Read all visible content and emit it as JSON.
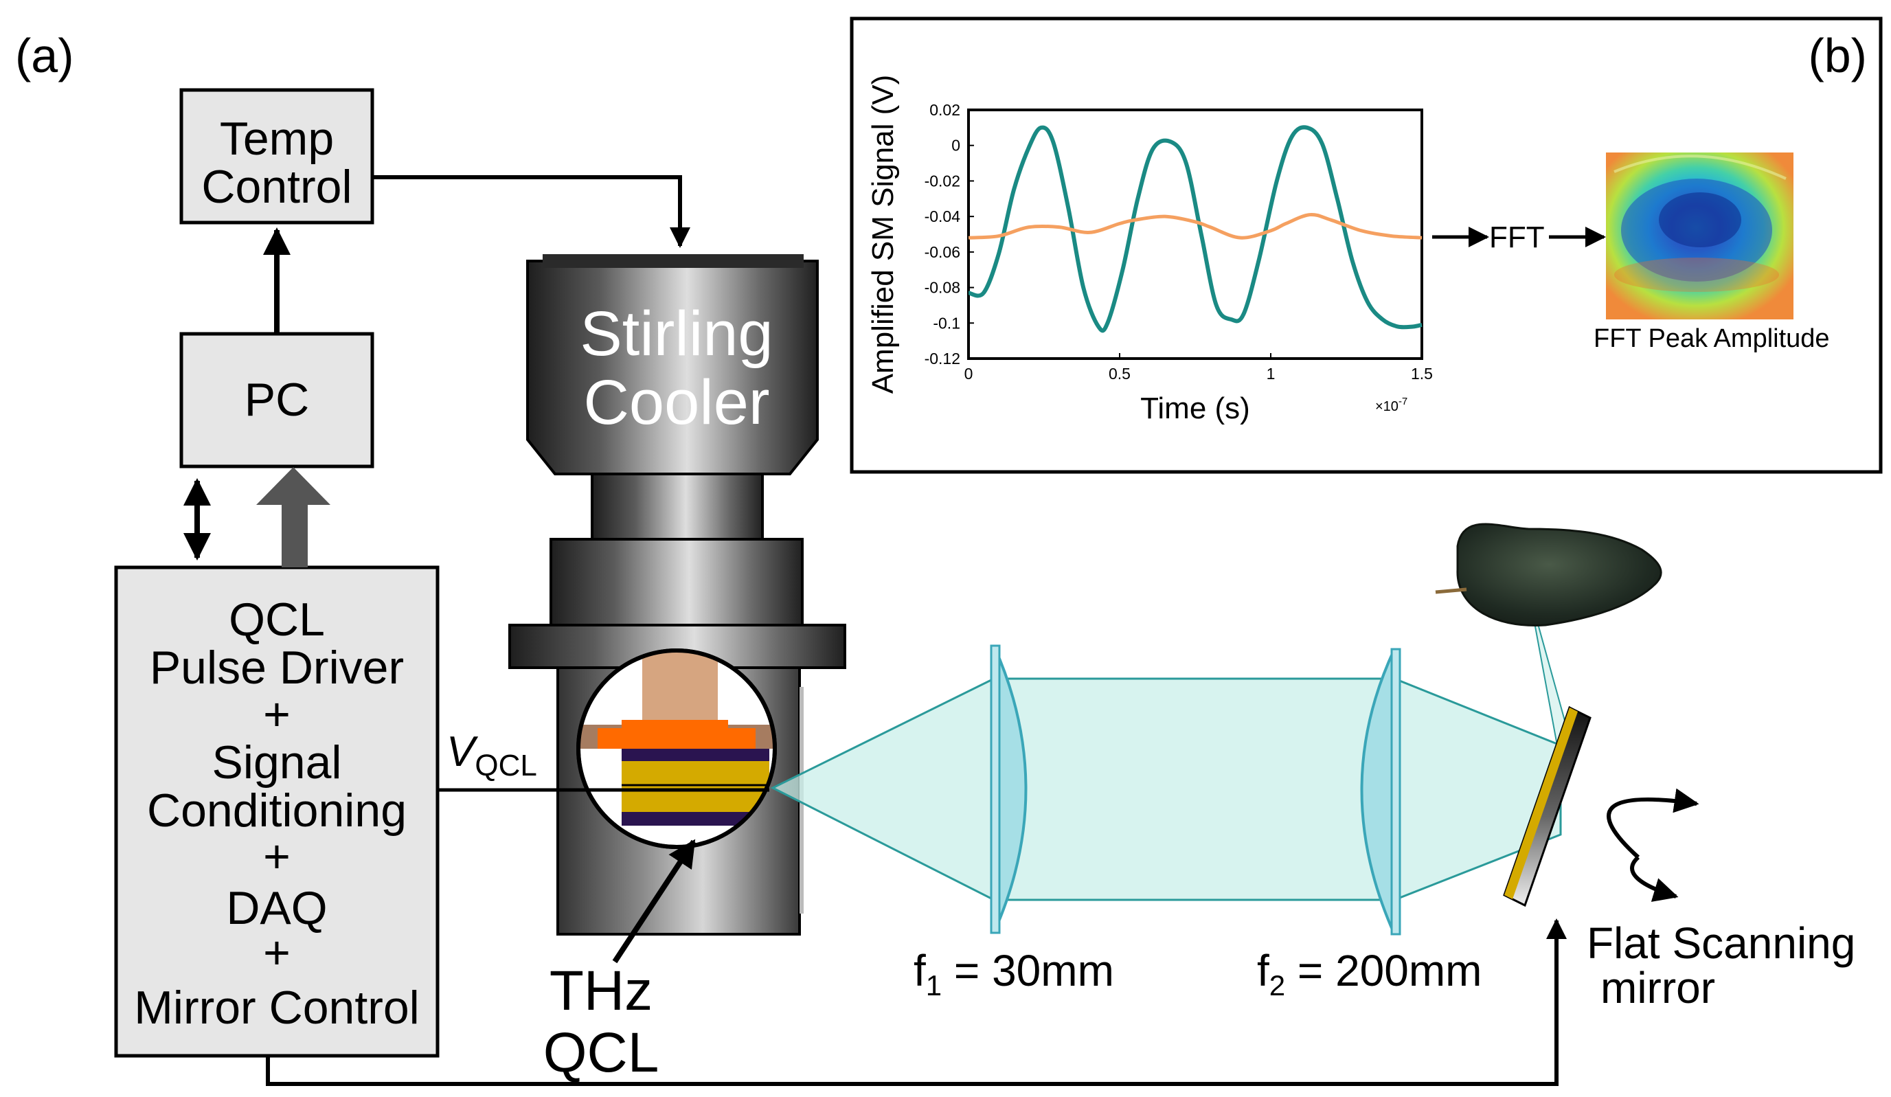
{
  "panel_a_label": "(a)",
  "panel_b_label": "(b)",
  "boxes": {
    "temp_control": [
      "Temp",
      "Control"
    ],
    "pc": "PC",
    "driver": [
      "QCL",
      "Pulse Driver",
      "+",
      "Signal",
      "Conditioning",
      "+",
      "DAQ",
      "+",
      "Mirror Control"
    ]
  },
  "cooler": {
    "label": [
      "Stirling",
      "Cooler"
    ]
  },
  "qcl_label": [
    "THz",
    "QCL"
  ],
  "vqcl": {
    "main": "V",
    "sub": "QCL"
  },
  "lens1": {
    "prefix": "f",
    "sub": "1",
    "suffix": " = 30mm"
  },
  "lens2": {
    "prefix": "f",
    "sub": "2",
    "suffix": " = 200mm"
  },
  "mirror_label": [
    "Flat Scanning",
    "mirror"
  ],
  "fft_label": "FFT",
  "fft_image_caption": "FFT Peak Amplitude",
  "colors": {
    "teal": "#1a8a84",
    "orange": "#f5a060",
    "beam": "#c9efea",
    "lens": "#a6dfe6",
    "box_fill": "#e6e6e6",
    "arrow_gray": "#555555"
  },
  "chart_data": {
    "type": "line",
    "xlabel": "Time (s)",
    "ylabel": "Amplified SM Signal (V)",
    "x_exponent": "×10",
    "x_exponent_power": "-7",
    "xlim": [
      0,
      1.5
    ],
    "ylim": [
      -0.12,
      0.02
    ],
    "xticks": [
      0,
      0.5,
      1,
      1.5
    ],
    "xtick_labels": [
      "0",
      "0.5",
      "1",
      "1.5"
    ],
    "yticks": [
      0.02,
      0,
      -0.02,
      -0.04,
      -0.06,
      -0.08,
      -0.1,
      -0.12
    ],
    "ytick_labels": [
      "0.02",
      "0",
      "-0.02",
      "-0.04",
      "-0.06",
      "-0.08",
      "-0.1",
      "-0.12"
    ],
    "series": [
      {
        "color": "#1a8a84",
        "x": [
          0,
          0.05,
          0.1,
          0.15,
          0.2,
          0.24,
          0.28,
          0.33,
          0.38,
          0.43,
          0.46,
          0.51,
          0.56,
          0.61,
          0.67,
          0.72,
          0.77,
          0.82,
          0.87,
          0.91,
          0.96,
          1.02,
          1.07,
          1.12,
          1.17,
          1.22,
          1.27,
          1.32,
          1.37,
          1.42,
          1.47,
          1.5
        ],
        "y": [
          -0.083,
          -0.083,
          -0.061,
          -0.025,
          -0.001,
          0.01,
          0.002,
          -0.035,
          -0.08,
          -0.102,
          -0.1,
          -0.07,
          -0.03,
          -0.002,
          0.002,
          -0.01,
          -0.05,
          -0.09,
          -0.098,
          -0.095,
          -0.065,
          -0.02,
          0.005,
          0.01,
          0.001,
          -0.03,
          -0.065,
          -0.088,
          -0.098,
          -0.102,
          -0.102,
          -0.101
        ]
      },
      {
        "color": "#f5a060",
        "x": [
          0,
          0.1,
          0.2,
          0.3,
          0.4,
          0.5,
          0.55,
          0.65,
          0.75,
          0.8,
          0.9,
          1.0,
          1.05,
          1.13,
          1.2,
          1.3,
          1.4,
          1.5
        ],
        "y": [
          -0.052,
          -0.051,
          -0.046,
          -0.046,
          -0.049,
          -0.044,
          -0.042,
          -0.04,
          -0.043,
          -0.046,
          -0.052,
          -0.048,
          -0.044,
          -0.039,
          -0.042,
          -0.048,
          -0.051,
          -0.052
        ]
      }
    ]
  }
}
